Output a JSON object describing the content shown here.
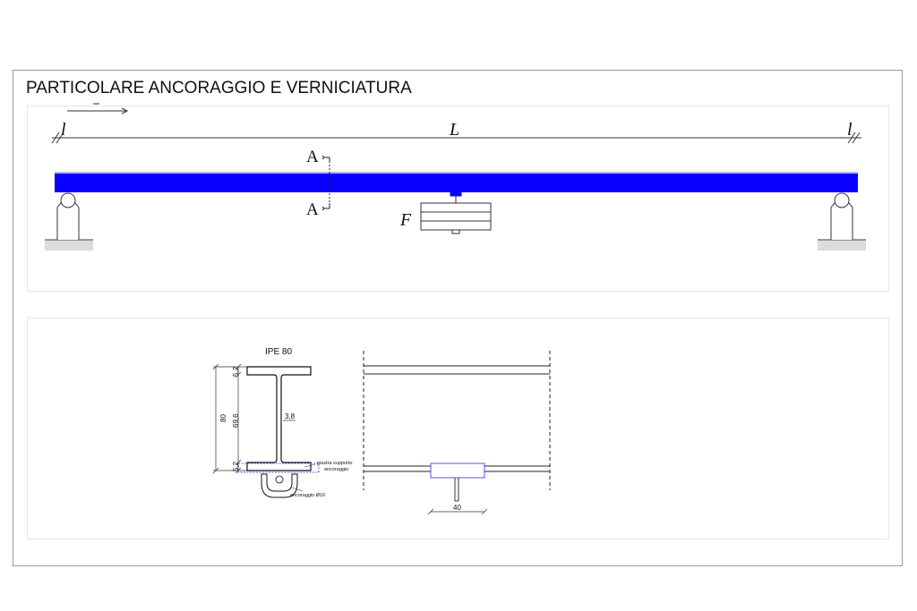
{
  "drawing": {
    "title": "PARTICOLARE ANCORAGGIO E VERNICIATURA"
  },
  "elevation": {
    "span_label_left": "l",
    "span_label_center": "L",
    "span_label_right": "l",
    "section_mark_top": "A",
    "section_mark_bottom": "A",
    "load_label": "F",
    "beam_color": "#0a00ff"
  },
  "section": {
    "profile_label": "IPE 80",
    "dim_total_height": "80",
    "dim_web_height": "69,6",
    "dim_top_flange": "5,2",
    "dim_bottom_flange": "5,2",
    "dim_web_thickness": "3,8",
    "plate_label_line1": "piastra supporto",
    "plate_label_line2": "ancoraggio",
    "anchor_label": "ancoraggio Ø16"
  },
  "side_view": {
    "dim_plate_width": "40"
  }
}
